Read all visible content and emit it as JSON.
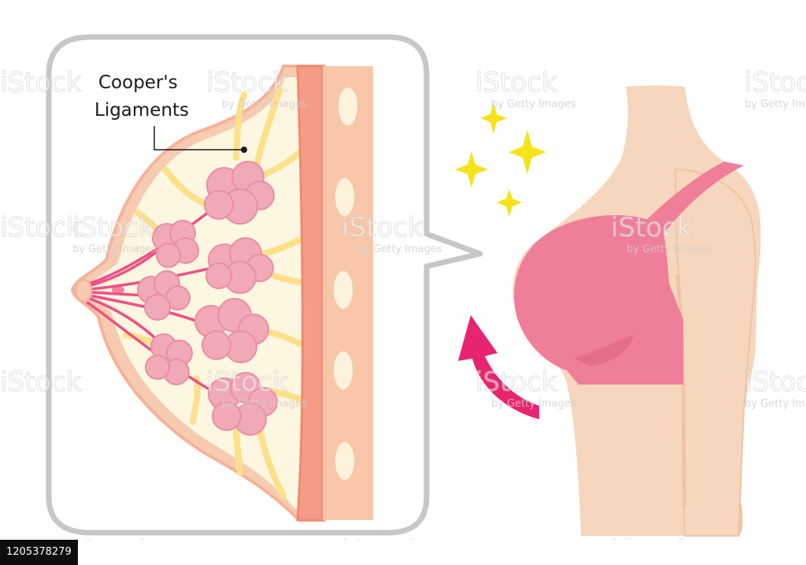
{
  "diagram": {
    "callout_label_line1": "Cooper's",
    "callout_label_line2": "Ligaments"
  },
  "watermark": {
    "brand": "iStock",
    "byline": "by Getty Images"
  },
  "footer": {
    "image_id": "1205378279"
  },
  "colors": {
    "skin": "#f6d7bd",
    "skin_outline": "#f4b9a0",
    "fat": "#fdf5de",
    "ligament": "#fde08a",
    "lobule": "#f2a9b7",
    "duct": "#ef4f85",
    "muscle": "#f59c86",
    "rib": "#fdf3dc",
    "bra": "#ef7e98",
    "arrow": "#e8246f",
    "sparkle": "#f6e31a",
    "frame": "#c7c7c7"
  }
}
